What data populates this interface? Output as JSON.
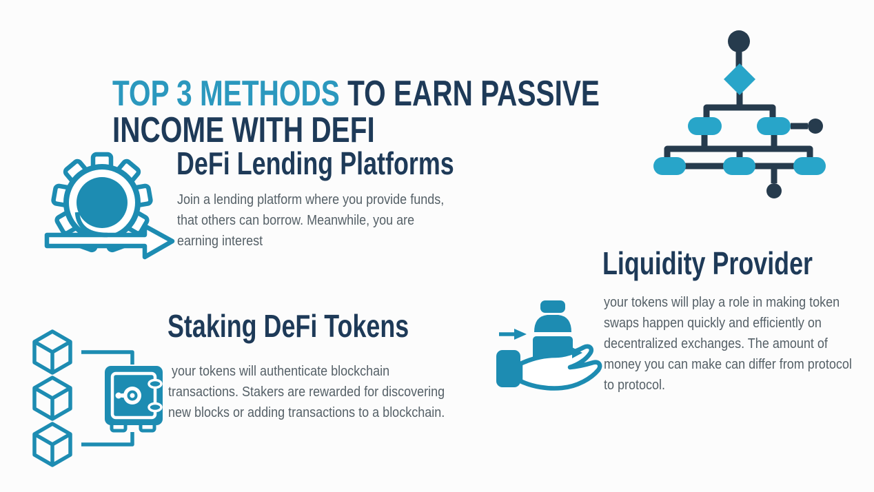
{
  "title": {
    "highlight": "TOP 3 METHODS",
    "rest": " TO EARN PASSIVE\nINCOME WITH DEFI",
    "highlight_color": "#2b98be",
    "text_color": "#1e3a58"
  },
  "sections": {
    "lending": {
      "heading": "DeFi Lending Platforms",
      "body": "Join a lending platform where you provide funds,\nthat others can borrow. Meanwhile, you are\nearning interest",
      "icon": "gear-arrow-icon"
    },
    "staking": {
      "heading": "Staking DeFi Tokens",
      "body": " your tokens will authenticate blockchain\ntransactions. Stakers are rewarded for discovering\nnew blocks or adding transactions to a blockchain.",
      "icon": "cubes-vault-icon"
    },
    "liquidity": {
      "heading": "Liquidity Provider",
      "body": "your tokens will play a role in making token\nswaps happen quickly and efficiently on\ndecentralized exchanges. The amount of\nmoney you can make can differ from protocol\nto protocol.",
      "icon": "hand-tokens-icon"
    }
  },
  "decoration": {
    "network_icon": "flowchart-network-icon"
  },
  "colors": {
    "teal_icon": "#1d8cb2",
    "teal_light": "#28a5c9",
    "navy": "#263b4d",
    "heading_navy": "#1e3a58",
    "title_teal": "#2b98be",
    "body_gray": "#556067",
    "background": "#fcfcfc"
  }
}
